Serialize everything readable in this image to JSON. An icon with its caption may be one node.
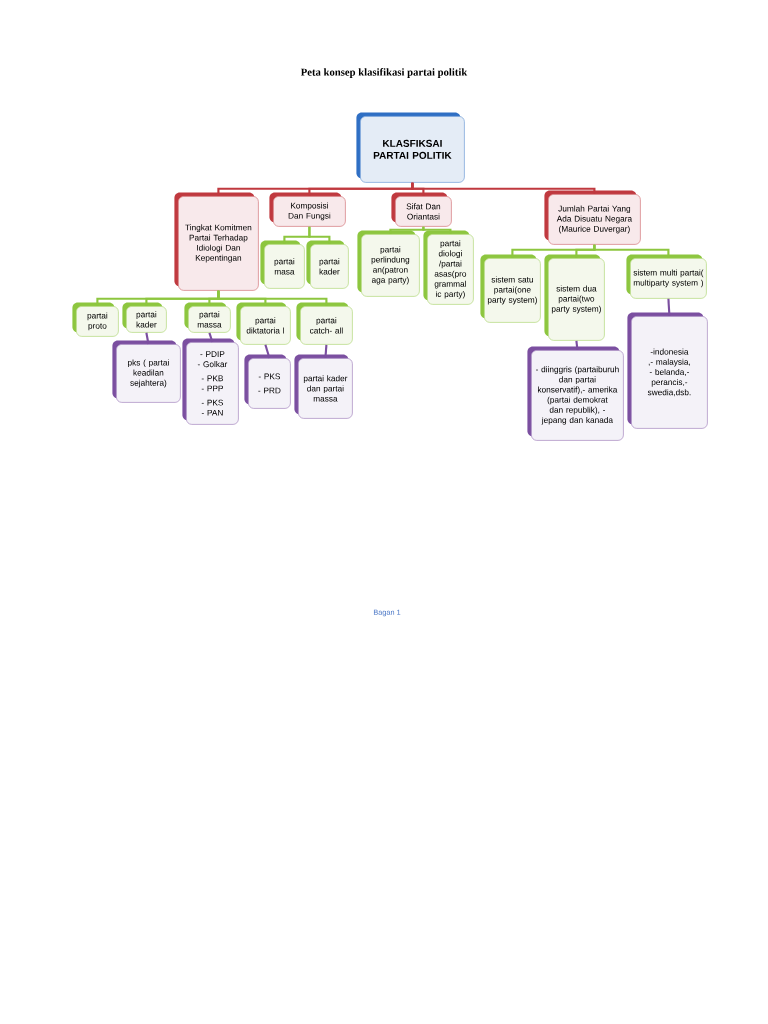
{
  "diagram": {
    "title": "Peta konsep klasifikasi partai politik",
    "caption": "Bagan 1",
    "nodes": [
      {
        "text": [
          "KLASFIKSAI PARTAI POLITIK"
        ]
      },
      {
        "text": [
          "Tingkat Komitmen Partai Terhadap Idiologi Dan Kepentingan"
        ]
      },
      {
        "text": [
          "Komposisi Dan Fungsi"
        ]
      },
      {
        "text": [
          "Sifat Dan Oriantasi"
        ]
      },
      {
        "text": [
          "Jumlah Partai Yang Ada Disuatu Negara (Maurice Duvergar)"
        ]
      },
      {
        "text": [
          "partai masa"
        ]
      },
      {
        "text": [
          "partai kader"
        ]
      },
      {
        "text": [
          "partai perlindung an(patron aga party)"
        ]
      },
      {
        "text": [
          "partai diologi /partai asas(pro grammal ic party)"
        ]
      },
      {
        "text": [
          "sistem satu partai(one party system)"
        ]
      },
      {
        "text": [
          "sistem dua partai(two party system)"
        ]
      },
      {
        "text": [
          "sistem multi partai( multiparty system )"
        ]
      },
      {
        "text": [
          "partai proto"
        ]
      },
      {
        "text": [
          "partai kader"
        ]
      },
      {
        "text": [
          "partai massa"
        ]
      },
      {
        "text": [
          "partai diktatoria l"
        ]
      },
      {
        "text": [
          "partai catch- all"
        ]
      },
      {
        "text": [
          "pks ( partai keadilan sejahtera)"
        ]
      },
      {
        "text": [
          "- PDIP - Golkar",
          "- PKB - PPP",
          "- PKS - PAN"
        ]
      },
      {
        "text": [
          "- PKS",
          "- PRD"
        ]
      },
      {
        "text": [
          "partai kader dan partai massa"
        ]
      },
      {
        "text": [
          "- diinggris (partaiburuh dan partai konservatif),- amerika (partai demokrat dan republik), - jepang dan kanada"
        ]
      },
      {
        "text": [
          "-indonesia ,- malaysia, - belanda,- perancis,- swedia,dsb."
        ]
      }
    ],
    "edges": [
      {
        "from": 0,
        "to": 1,
        "arrow": "none",
        "color": "#c0393f"
      },
      {
        "from": 0,
        "to": 2,
        "arrow": "none",
        "color": "#c0393f"
      },
      {
        "from": 0,
        "to": 3,
        "arrow": "none",
        "color": "#c0393f"
      },
      {
        "from": 0,
        "to": 4,
        "arrow": "none",
        "color": "#c0393f"
      },
      {
        "from": 2,
        "to": 5,
        "arrow": "none"
      },
      {
        "from": 2,
        "to": 6,
        "arrow": "none"
      },
      {
        "from": 3,
        "to": 7,
        "arrow": "none"
      },
      {
        "from": 3,
        "to": 8,
        "arrow": "none"
      },
      {
        "from": 4,
        "to": 9,
        "arrow": "none"
      },
      {
        "from": 4,
        "to": 10,
        "arrow": "none"
      },
      {
        "from": 4,
        "to": 11,
        "arrow": "none"
      },
      {
        "from": 1,
        "to": 12,
        "arrow": "none"
      },
      {
        "from": 1,
        "to": 13,
        "arrow": "none"
      },
      {
        "from": 1,
        "to": 14,
        "arrow": "none"
      },
      {
        "from": 1,
        "to": 15,
        "arrow": "none"
      },
      {
        "from": 1,
        "to": 16,
        "arrow": "none"
      },
      {
        "from": 13,
        "to": 17,
        "arrow": "none",
        "color": "#7b4fa0"
      },
      {
        "from": 14,
        "to": 18,
        "arrow": "none",
        "color": "#7b4fa0"
      },
      {
        "from": 15,
        "to": 19,
        "arrow": "none",
        "color": "#7b4fa0"
      },
      {
        "from": 16,
        "to": 20,
        "arrow": "none",
        "color": "#7b4fa0"
      },
      {
        "from": 10,
        "to": 21,
        "arrow": "none",
        "color": "#7b4fa0"
      },
      {
        "from": 11,
        "to": 22,
        "arrow": "none",
        "color": "#7b4fa0"
      }
    ]
  }
}
